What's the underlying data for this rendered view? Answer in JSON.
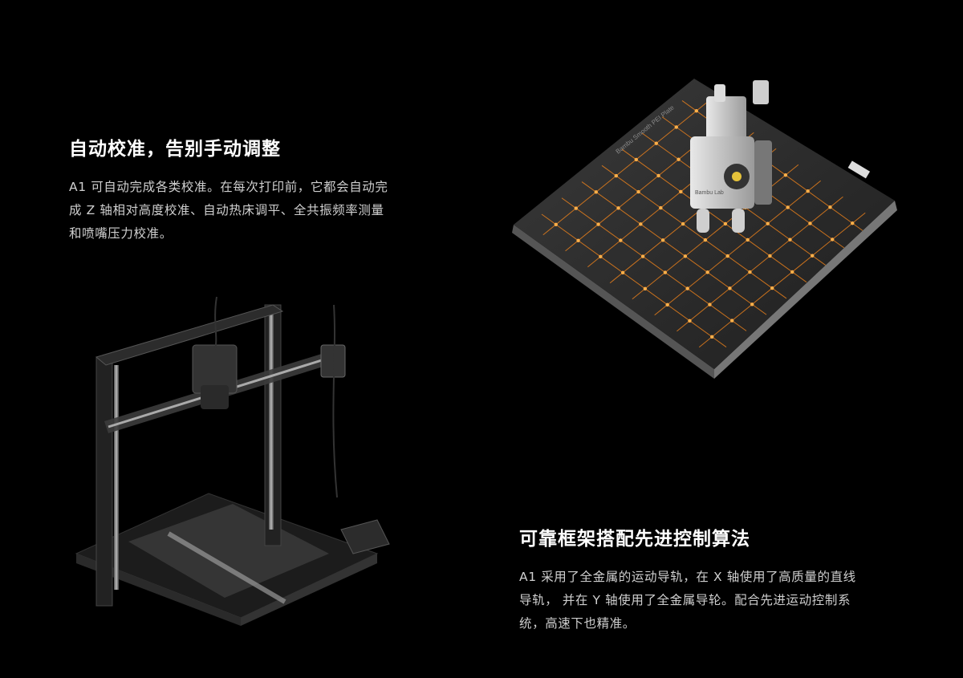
{
  "features": [
    {
      "title": "自动校准，告别手动调整",
      "body_lines": [
        "A1 可自动完成各类校准。在每次打印前，它都会自动完",
        "成 Z 轴相对高度校准、自动热床调平、全共振频率测量",
        "和喷嘴压力校准。"
      ]
    },
    {
      "title": "可靠框架搭配先进控制算法",
      "body_lines": [
        "A1 采用了全金属的运动导轨，在 X 轴使用了高质量的直线",
        "导轨， 并在 Y 轴使用了全金属导轮。配合先进运动控制系",
        "统，高速下也精准。"
      ]
    }
  ],
  "bed_plate_label": "Bambu Smooth PEI Plate",
  "toolhead_label": "Bambu Lab",
  "colors": {
    "background": "#000000",
    "title": "#ffffff",
    "body": "#cfcfcf",
    "grid_accent": "#ff8a1a",
    "plate": "#2a2a2a"
  }
}
